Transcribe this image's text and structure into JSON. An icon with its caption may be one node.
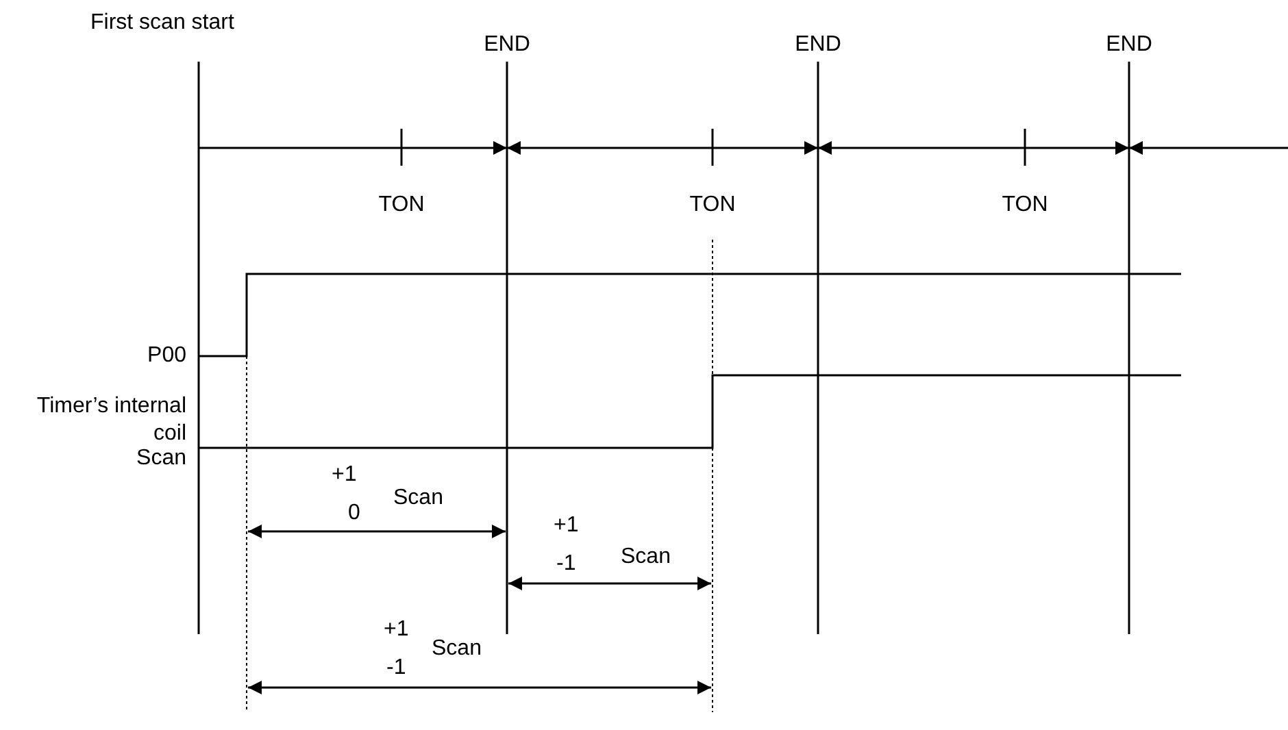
{
  "diagram": {
    "labels": [
      "First scan start",
      "END",
      "END",
      "END",
      "TON",
      "TON",
      "TON",
      "P00",
      "Timer’s internal coil",
      "Scan",
      "+1",
      "0",
      "Scan",
      "+1",
      "-1",
      "Scan",
      "+1",
      "-1",
      "Scan"
    ]
  }
}
